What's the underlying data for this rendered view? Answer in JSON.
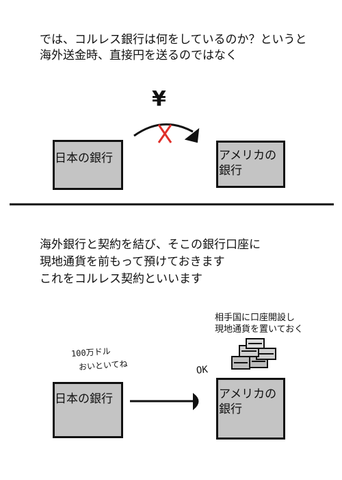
{
  "top": {
    "caption_line1": "では、コルレス銀行は何をしているのか？というと",
    "caption_line2": "海外送金時、直接円を送るのではなく",
    "japan_bank": "日本の銀行",
    "us_bank": "アメリカの銀行",
    "yen_symbol": "¥"
  },
  "bottom": {
    "caption_line1": "海外銀行と契約を結び、そこの銀行口座に",
    "caption_line2": "現地通貨を前もって預けておきます",
    "caption_line3": "これをコルレス契約といいます",
    "note_line1": "相手国に口座開設し",
    "note_line2": "現地通貨を置いておく",
    "handwritten_line1": "100万ドル",
    "handwritten_line2": "おいといてね",
    "handwritten_ok": "OK",
    "japan_bank": "日本の銀行",
    "us_bank": "アメリカの銀行"
  },
  "colors": {
    "box_fill": "#c4c4c4",
    "cross": "#e0302a",
    "ink": "#111111"
  },
  "icons": [
    "yen-sign-icon",
    "cross-mark-icon",
    "arrow-icon",
    "money-stack-icon"
  ]
}
